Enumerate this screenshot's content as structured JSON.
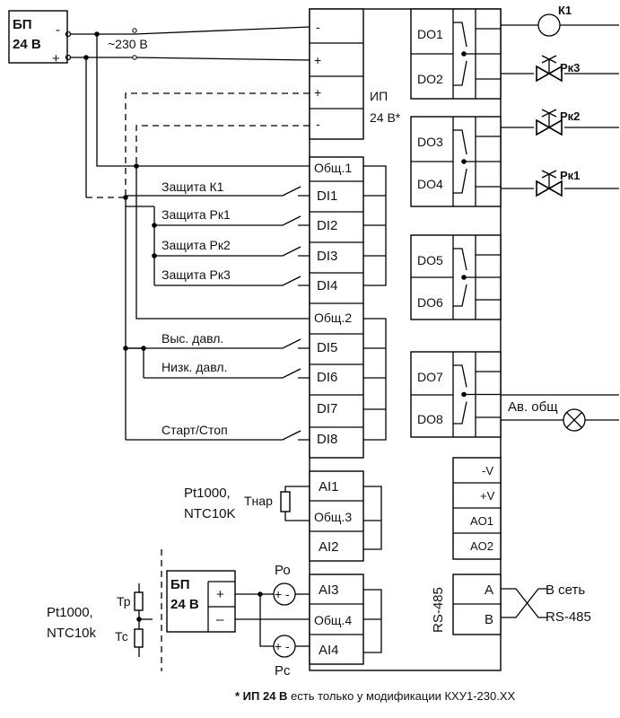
{
  "psu_top": {
    "label_line1": "БП",
    "label_line2": "24 В",
    "minus": "-",
    "plus": "+"
  },
  "mains": "~230 В",
  "power_terms": [
    "-",
    "+",
    "+",
    "-"
  ],
  "ip_label": {
    "line1": "ИП",
    "line2": "24 В*"
  },
  "di_terms": [
    "Общ.1",
    "DI1",
    "DI2",
    "DI3",
    "DI4",
    "Общ.2",
    "DI5",
    "DI6",
    "DI7",
    "DI8"
  ],
  "di_labels": [
    "Защита К1",
    "Защита Рк1",
    "Защита Рк2",
    "Защита Рк3",
    "Выс. давл.",
    "Низк. давл.",
    "Старт/Стоп"
  ],
  "do_terms": [
    "DO1",
    "DO2",
    "DO3",
    "DO4",
    "DO5",
    "DO6",
    "DO7",
    "DO8"
  ],
  "ai_terms": [
    "AI1",
    "Общ.3",
    "AI2",
    "AI3",
    "Общ.4",
    "AI4"
  ],
  "ao_terms": [
    "-V",
    "+V",
    "AO1",
    "AO2"
  ],
  "rs_terms": [
    "A",
    "B"
  ],
  "rs_label": "RS-485",
  "net_label": {
    "line1": "В сеть",
    "line2": "RS-485"
  },
  "loads": [
    "К1",
    "Рк3",
    "Рк2",
    "Рк1"
  ],
  "alarm_label": "Ав. общ",
  "sensor1": {
    "line1": "Pt1000,",
    "line2": "NTC10K",
    "name": "Тнар"
  },
  "sensor2": {
    "line1": "Pt1000,",
    "line2": "NTC10k",
    "tp": "Тр",
    "tc": "Тс"
  },
  "psu_bottom": {
    "label_line1": "БП",
    "label_line2": "24 В",
    "plus": "+",
    "minus": "–"
  },
  "pressure": {
    "po": "Ро",
    "pc": "Рс"
  },
  "footnote": {
    "bold": "* ИП 24 В",
    "rest": " есть только у модификации КХУ1-230.XX"
  }
}
